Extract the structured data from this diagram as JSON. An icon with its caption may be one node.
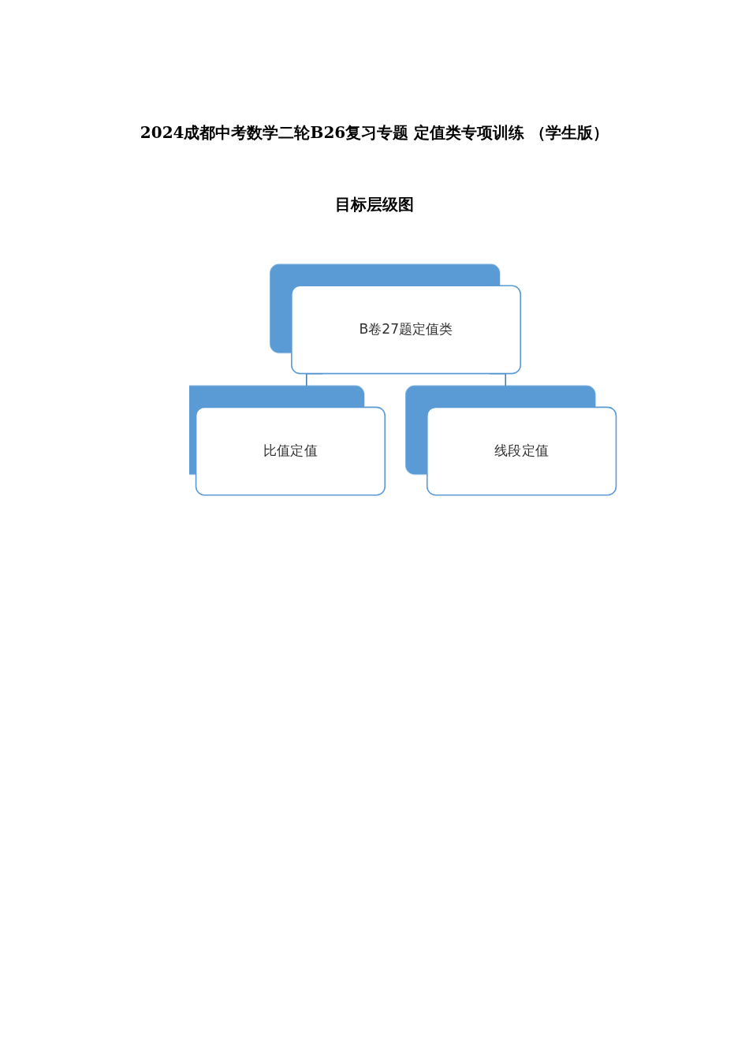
{
  "diagram": {
    "title": "2024成都中考数学二轮B26复习专题 定值类专项训练 （学生版）",
    "nodes": [
      {
        "text": [
          "B卷27题定值类"
        ]
      },
      {
        "text": [
          "比值定值"
        ]
      },
      {
        "text": [
          "线段定值"
        ]
      }
    ],
    "edges": [
      {
        "from": 0,
        "to": 1,
        "arrow": "none"
      },
      {
        "from": 0,
        "to": 2,
        "arrow": "none"
      }
    ],
    "labels": [
      "目标层级图"
    ]
  }
}
